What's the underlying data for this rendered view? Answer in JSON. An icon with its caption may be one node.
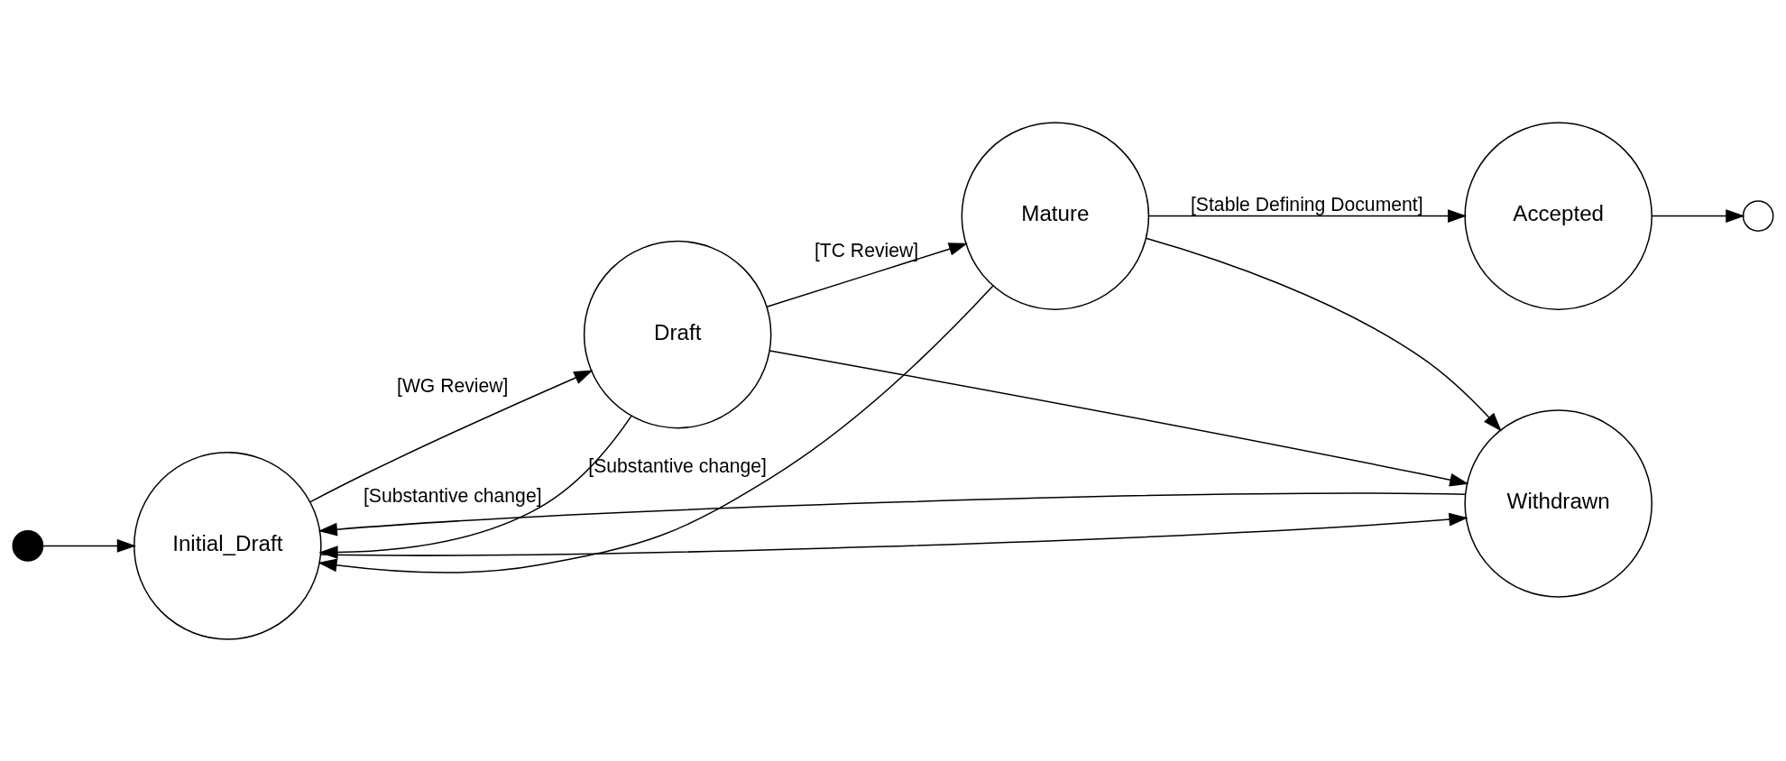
{
  "diagram": {
    "nodes": [
      {
        "text": [],
        "shape": "circle"
      },
      {
        "text": [
          "Initial_Draft"
        ]
      },
      {
        "text": [
          "Draft"
        ]
      },
      {
        "text": [
          "Mature"
        ]
      },
      {
        "text": [
          "Accepted"
        ]
      },
      {
        "text": [],
        "shape": "circle"
      },
      {
        "text": [
          "Withdrawn"
        ]
      }
    ],
    "edges": [
      {
        "from": 0,
        "to": 1,
        "arrow": "to"
      },
      {
        "from": 1,
        "to": 2,
        "arrow": "to",
        "label": "[WG Review]"
      },
      {
        "from": 2,
        "to": 3,
        "arrow": "to",
        "label": "[TC Review]"
      },
      {
        "from": 3,
        "to": 4,
        "arrow": "to",
        "label": "[Stable Defining Document]"
      },
      {
        "from": 4,
        "to": 5,
        "arrow": "to"
      },
      {
        "from": 2,
        "to": 1,
        "arrow": "to",
        "label": "[Substantive change]"
      },
      {
        "from": 3,
        "to": 1,
        "arrow": "to",
        "label": "[Substantive change]"
      },
      {
        "from": 2,
        "to": 6,
        "arrow": "to"
      },
      {
        "from": 1,
        "to": 6,
        "arrow": "to"
      },
      {
        "from": 6,
        "to": 1,
        "arrow": "to"
      },
      {
        "from": 3,
        "to": 6,
        "arrow": "to"
      }
    ]
  }
}
